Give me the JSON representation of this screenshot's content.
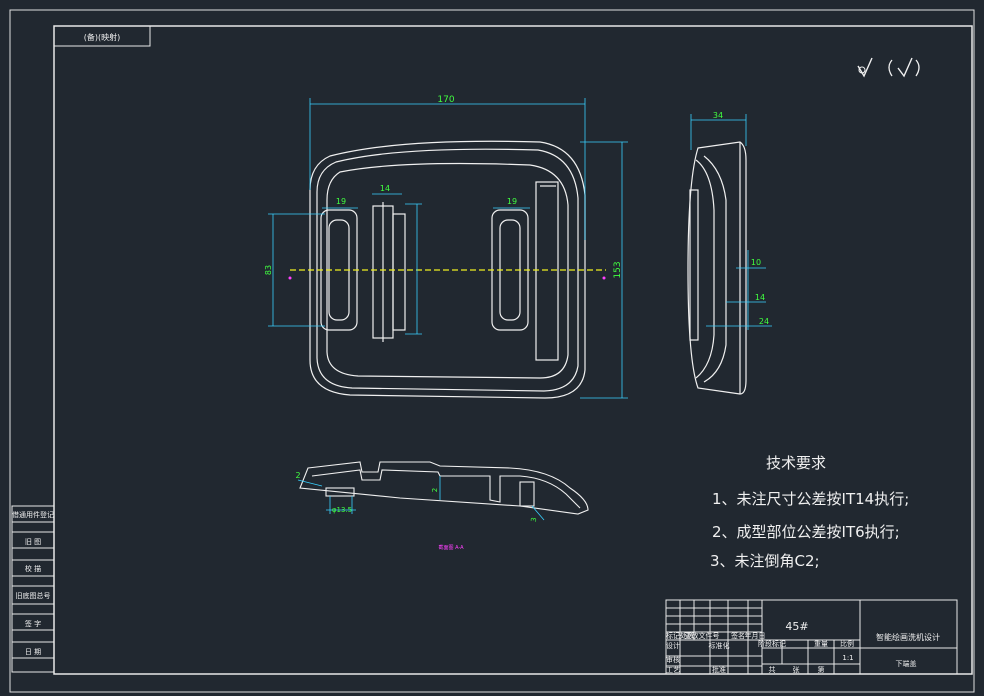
{
  "drawing": {
    "corner_tag": "(备)(映射)",
    "surface_mark": "√ (√)",
    "dimensions": {
      "overall_width": "170",
      "overall_height": "153",
      "slot_width_left": "19",
      "slot_width_right": "19",
      "rib_width": "14",
      "slot_height": "83",
      "side_depth": "34",
      "wall_10": "10",
      "wall_14": "14",
      "wall_24": "24",
      "section_2": "2",
      "section_3": "3",
      "hole_dia": "φ13.5",
      "section_2b": "2"
    },
    "section_label": "截面图 A-A"
  },
  "tech_req": {
    "title": "技术要求",
    "items": [
      "1、未注尺寸公差按IT14执行;",
      "2、成型部位公差按IT6执行;",
      "3、未注倒角C2;"
    ]
  },
  "left_strip": [
    "借通用件登记",
    "旧 图",
    "校 描",
    "旧底图总号",
    "签 字",
    "日 期"
  ],
  "title_block": {
    "material": "45#",
    "title": "智能绘画洗机设计",
    "part_name": "下端盖",
    "scale": "1:1",
    "labels": {
      "mark": "标记",
      "count": "处数",
      "zone": "分区",
      "change_no": "更改文件号",
      "sign": "签名",
      "date": "年月日",
      "design": "设计",
      "standard": "标准化",
      "stage_mark": "阶段标记",
      "weight": "重量",
      "scale_label": "比例",
      "review": "审核",
      "craft": "工艺",
      "approve": "批准",
      "total": "共",
      "sheet": "张",
      "page": "第"
    }
  }
}
